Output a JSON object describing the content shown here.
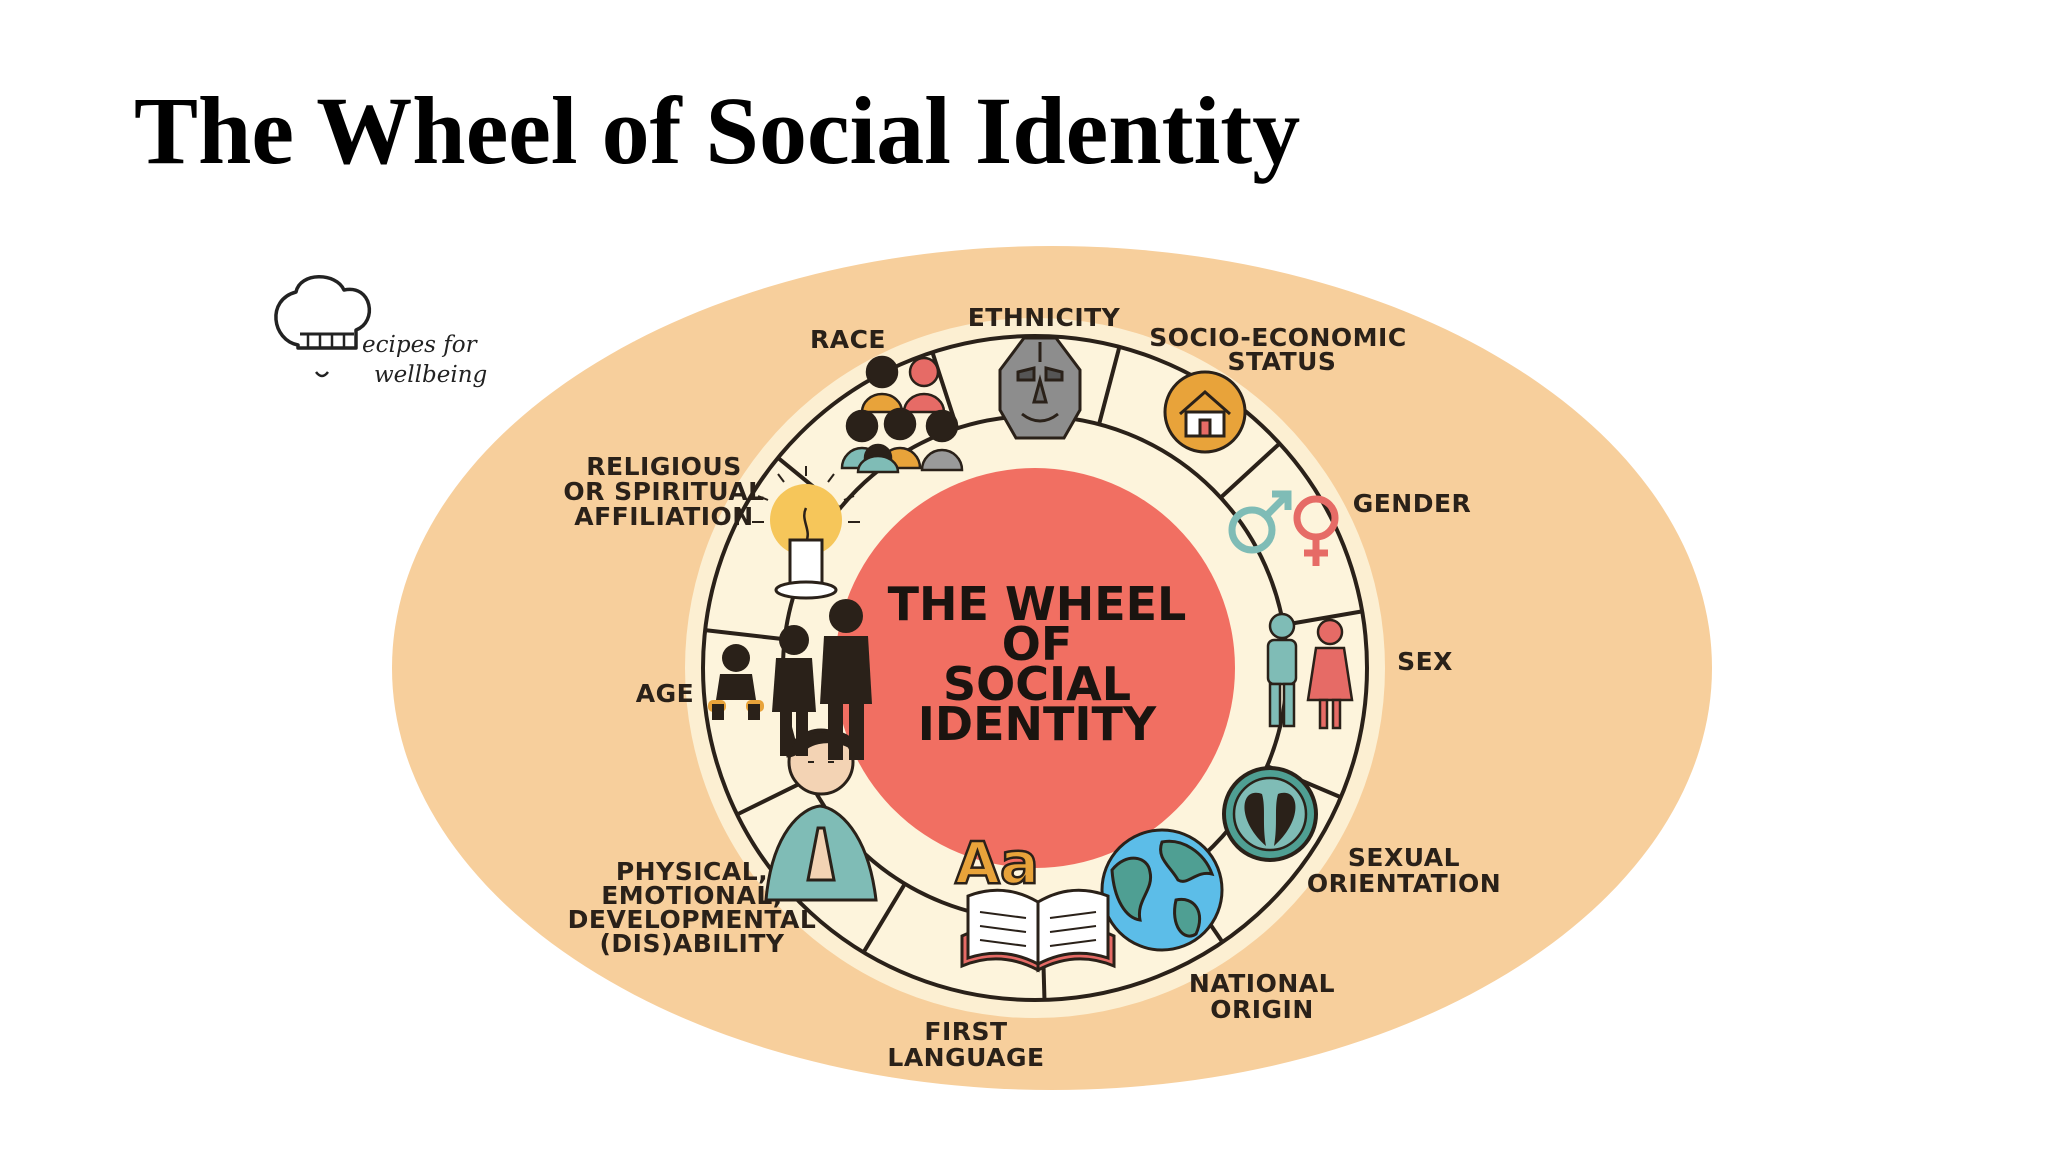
{
  "title": "The Wheel of Social Identity",
  "logo": {
    "line1": "ecipes for",
    "line2": "wellbeing"
  },
  "center": {
    "lines": [
      "THE WHEEL",
      "OF",
      "SOCIAL",
      "IDENTITY"
    ]
  },
  "segments": [
    {
      "id": "race",
      "lines": [
        "RACE"
      ],
      "icon": "people-group-icon"
    },
    {
      "id": "ethnicity",
      "lines": [
        "ETHNICITY"
      ],
      "icon": "mask-icon"
    },
    {
      "id": "socio-economic-status",
      "lines": [
        "SOCIO-ECONOMIC",
        "STATUS"
      ],
      "icon": "house-icon"
    },
    {
      "id": "gender",
      "lines": [
        "GENDER"
      ],
      "icon": "gender-symbols-icon"
    },
    {
      "id": "sex",
      "lines": [
        "SEX"
      ],
      "icon": "man-woman-icon"
    },
    {
      "id": "sexual-orientation",
      "lines": [
        "SEXUAL",
        "ORIENTATION"
      ],
      "icon": "hearts-icon"
    },
    {
      "id": "national-origin",
      "lines": [
        "NATIONAL",
        "ORIGIN"
      ],
      "icon": "globe-icon"
    },
    {
      "id": "first-language",
      "lines": [
        "FIRST",
        "LANGUAGE"
      ],
      "icon": "open-book-icon"
    },
    {
      "id": "ability",
      "lines": [
        "PHYSICAL,",
        "EMOTIONAL,",
        "DEVELOPMENTAL",
        "(DIS)ABILITY"
      ],
      "icon": "person-praying-icon"
    },
    {
      "id": "age",
      "lines": [
        "AGE"
      ],
      "icon": "age-figures-icon"
    },
    {
      "id": "religion",
      "lines": [
        "RELIGIOUS",
        "OR SPIRITUAL",
        "AFFILIATION"
      ],
      "icon": "candle-icon"
    }
  ],
  "icon_text": {
    "letters": "Aa"
  },
  "colors": {
    "outer_ellipse": "#f7cf9c",
    "ring_bg": "#fdf4dc",
    "center_circle": "#f16f62",
    "outline": "#2a2119",
    "teal": "#7fbcb6",
    "orange": "#e8a33a",
    "red": "#e66b66",
    "globe_blue": "#5cbde8",
    "globe_land": "#4f9f93"
  }
}
